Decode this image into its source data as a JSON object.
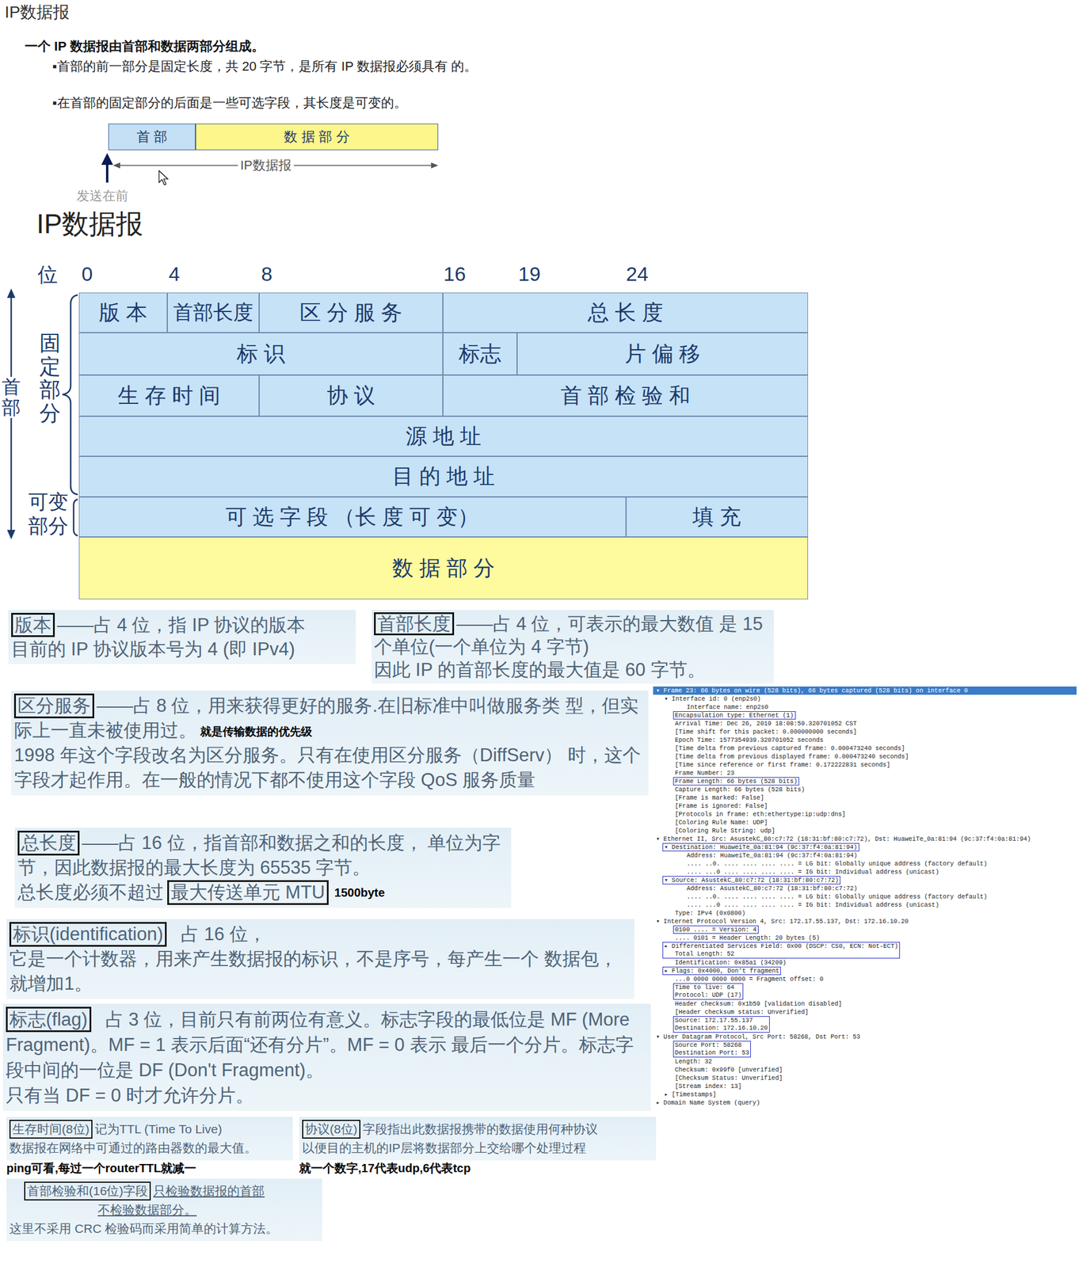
{
  "diagram": {
    "title": "IP数据报",
    "nodes": [
      {
        "text": [
          "首 部"
        ]
      },
      {
        "text": [
          "数 据 部 分"
        ]
      },
      {
        "text": [
          "版 本"
        ]
      },
      {
        "text": [
          "首部长度"
        ]
      },
      {
        "text": [
          "区 分 服 务"
        ]
      },
      {
        "text": [
          "总 长 度"
        ]
      },
      {
        "text": [
          "标 识"
        ]
      },
      {
        "text": [
          "标志"
        ]
      },
      {
        "text": [
          "片 偏 移"
        ]
      },
      {
        "text": [
          "生 存 时 间"
        ]
      },
      {
        "text": [
          "协 议"
        ]
      },
      {
        "text": [
          "首 部 检 验 和"
        ]
      },
      {
        "text": [
          "源 地 址"
        ]
      },
      {
        "text": [
          "目 的 地 址"
        ]
      },
      {
        "text": [
          "可 选 字 段 （长 度 可 变）"
        ]
      },
      {
        "text": [
          "填 充"
        ]
      },
      {
        "text": [
          "数 据 部 分"
        ]
      },
      {
        "text": [
          "——占 4 位，指 IP 协议的版本",
          "目前的 IP 协议版本号为 4 (即 IPv4)"
        ]
      },
      {
        "text": [
          "版本"
        ],
        "in": 17
      },
      {
        "text": [
          "——占 4 位，可表示的最大数值 是 15 个单位(一个单位为 4 字节)",
          "因此 IP 的首部长度的最大值是 60 字节。"
        ]
      },
      {
        "text": [
          "首部长度"
        ],
        "in": 19
      },
      {
        "text": [
          "——占 8 位，用来获得更好的服务.在旧标准中叫做服务类 型，但实际上一直未被使用过。",
          "1998 年这个字段改名为区分服务。只有在使用区分服务（DiffServ） 时，这个字段才起作用。在一般的情况下都不使用这个字段 QoS 服务质量"
        ]
      },
      {
        "text": [
          "区分服务"
        ],
        "in": 21
      },
      {
        "text": [
          "——占 16 位，指首部和数据之和的长度， 单位为字节，因此数据报的最大长度为 65535 字节。",
          "总长度必须不超过"
        ]
      },
      {
        "text": [
          "总长度"
        ],
        "in": 23
      },
      {
        "text": [
          "最大传送单元 MTU"
        ],
        "in": 23
      },
      {
        "text": [
          "占 16 位，",
          "它是一个计数器，用来产生数据报的标识，不是序号，每产生一个 数据包，就增加1。"
        ]
      },
      {
        "text": [
          "标识(identification)"
        ],
        "in": 26
      },
      {
        "text": [
          "占 3 位，目前只有前两位有意义。标志字段的最低位是 MF (More Fragment)。MF = 1 表示后面“还有分片”。MF = 0 表示 最后一个分片。标志字段中间的一位是 DF (Don't Fragment)。",
          "只有当 DF = 0 时才允许分片。"
        ]
      },
      {
        "text": [
          "标志(flag)"
        ],
        "in": 28
      },
      {
        "text": [
          "记为TTL (Time To Live)",
          "数据报在网络中可通过的路由器数的最大值。"
        ]
      },
      {
        "text": [
          "生存时间(8位)"
        ],
        "in": 30
      },
      {
        "text": [
          "字段指出此数据报携带的数据使用何种协议",
          "以便目的主机的IP层将数据部分上交给哪个处理过程"
        ]
      },
      {
        "text": [
          "协议(8位)"
        ],
        "in": 32
      },
      {
        "text": [
          "只检验数据报的首部",
          "不检验数据部分。",
          "这里不采用 CRC 检验码而采用简单的计算方法。"
        ]
      },
      {
        "text": [
          "首部检验和(16位)字段"
        ],
        "in": 34
      },
      {
        "text": [
          "▾ Frame 23: 66 bytes on wire (528 bits), 66 bytes captured (528 bits) on interface 0"
        ]
      },
      {
        "text": [
          "Encapsulation type: Ethernet (1)"
        ]
      },
      {
        "text": [
          "Frame Length: 66 bytes (528 bits)"
        ]
      },
      {
        "text": [
          "▾ Destination: HuaweiTe_0a:81:94 (9c:37:f4:0a:81:94)"
        ]
      },
      {
        "text": [
          "▾ Source: AsustekC_80:c7:72 (18:31:bf:80:c7:72)"
        ]
      },
      {
        "text": [
          "0100 .... = Version: 4"
        ]
      },
      {
        "text": [
          "▸ Differentiated Services Field: 0x00 (DSCP: CS0, ECN: Not-ECT)",
          "Total Length: 52"
        ]
      },
      {
        "text": [
          "▸ Flags: 0x4000, Don't fragment"
        ]
      },
      {
        "text": [
          "Time to live: 64",
          "Protocol: UDP (17)"
        ]
      },
      {
        "text": [
          "Source: 172.17.55.137",
          "Destination: 172.16.10.20"
        ]
      },
      {
        "text": [
          "Source Port: 58268",
          "Destination Port: 53"
        ]
      }
    ],
    "labels": [
      "一个 IP 数据报由首部和数据两部分组成。",
      "▪首部的前一部分是固定长度，共 20 字节，是所有 IP 数据报必须具有 的。",
      "▪在首部的固定部分的后面是一些可选字段，其长度是可变的。",
      "IP数据报",
      "发送在前",
      "IP数据报",
      "位",
      "0",
      "4",
      "8",
      "16",
      "19",
      "24",
      "首部",
      "固定部分",
      "可变部分",
      "就是传输数据的优先级",
      "1500byte",
      "ping可看,每过一个routerTTL就减一",
      "就一个数字,17代表udp,6代表tcp",
      "▾ Interface id: 0 (enp2s0)",
      "Interface name: enp2s0",
      "Arrival Time: Dec 26, 2019 18:08:59.320701052 CST",
      "[Time shift for this packet: 0.000000000 seconds]",
      "Epoch Time: 1577354939.320701052 seconds",
      "[Time delta from previous captured frame: 0.000473240 seconds]",
      "[Time delta from previous displayed frame: 0.000473240 seconds]",
      "[Time since reference or first frame: 0.172222831 seconds]",
      "Frame Number: 23",
      "Capture Length: 66 bytes (528 bits)",
      "[Frame is marked: False]",
      "[Frame is ignored: False]",
      "[Protocols in frame: eth:ethertype:ip:udp:dns]",
      "[Coloring Rule Name: UDP]",
      "[Coloring Rule String: udp]",
      "▾ Ethernet II, Src: AsustekC_80:c7:72 (18:31:bf:80:c7:72), Dst: HuaweiTe_0a:81:94 (9c:37:f4:0a:81:94)",
      "Address: HuaweiTe_0a:81:94 (9c:37:f4:0a:81:94)",
      ".... ..0. .... .... .... .... = LG bit: Globally unique address (factory default)",
      ".... ...0 .... .... .... .... = IG bit: Individual address (unicast)",
      "Address: AsustekC_80:c7:72 (18:31:bf:80:c7:72)",
      ".... ..0. .... .... .... .... = LG bit: Globally unique address (factory default)",
      ".... ...0 .... .... .... .... = IG bit: Individual address (unicast)",
      "Type: IPv4 (0x0800)",
      "▾ Internet Protocol Version 4, Src: 172.17.55.137, Dst: 172.16.10.20",
      ".... 0101 = Header Length: 20 bytes (5)",
      "Identification: 0x85a1 (34209)",
      "...0 0000 0000 0000 = Fragment offset: 0",
      "Header checksum: 0x1b59 [validation disabled]",
      "[Header checksum status: Unverified]",
      "▾ User Datagram Protocol, Src Port: 58268, Dst Port: 53",
      "Length: 32",
      "Checksum: 0x99f0 [unverified]",
      "[Checksum Status: Unverified]",
      "[Stream index: 13]",
      "▸ [Timestamps]",
      "▸ Domain Name System (query)"
    ]
  }
}
